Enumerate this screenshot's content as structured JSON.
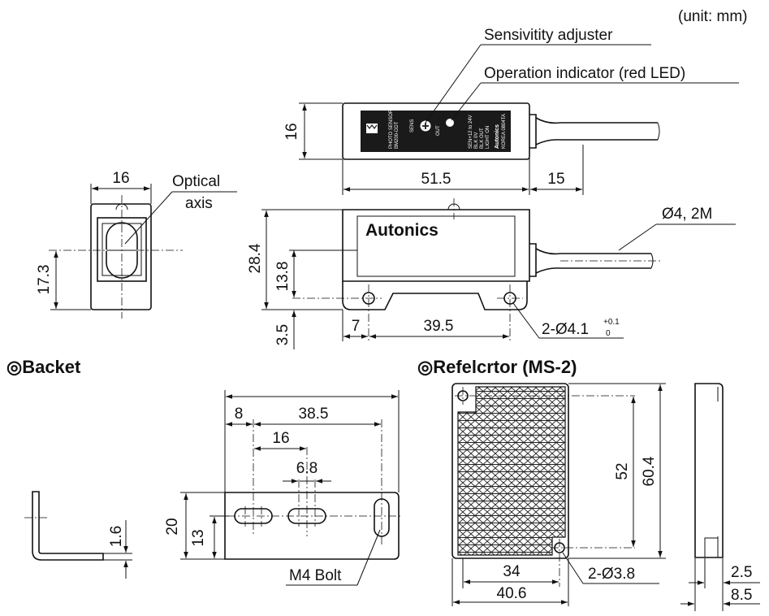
{
  "unit_note": "(unit: mm)",
  "callouts": {
    "sensitivity": "Sensivitity adjuster",
    "indicator": "Operation indicator (red LED)",
    "optical_axis": [
      "Optical",
      "axis"
    ],
    "cable": "Ø4, 2M",
    "mount_holes": "2-Ø4.1",
    "mount_holes_tol_upper": "+0.1",
    "mount_holes_tol_lower": "0",
    "m4_bolt": "M4 Bolt",
    "reflector_holes": "2-Ø3.8"
  },
  "dimensions": {
    "top_height": "16",
    "top_length": "51.5",
    "cable_len": "15",
    "side_width": "16",
    "side_axis": "17.3",
    "front_height": "28.4",
    "front_axis": "13.8",
    "front_foot": "3.5",
    "hole_offset": "7",
    "hole_pitch": "39.5",
    "bracket_total": "38.5",
    "bracket_first": "8",
    "bracket_slot_pitch": "16",
    "bracket_slot_len": "6.8",
    "bracket_height": "20",
    "bracket_hole_h": "13",
    "bracket_thickness": "1.6",
    "refl_inner_h": "52",
    "refl_outer_h": "60.4",
    "refl_inner_w": "34",
    "refl_outer_w": "40.6",
    "refl_side_t1": "2.5",
    "refl_side_t2": "8.5"
  },
  "sections": {
    "bracket": "◎Backet",
    "reflector": "◎Refelcrtor (MS-2)"
  },
  "product_label": {
    "brand": "Autonics",
    "model_line1": "PHOTO SENSOR",
    "model_line2": "BM200-DDT",
    "sens": "SENS",
    "out": "OUT",
    "spec1": "SEN+12 to 24V",
    "spec2": "BLK  0V",
    "spec3": "BLK  OUT",
    "spec4": "LIGHT ON",
    "small_brand": "Autonics",
    "made_in": "KOREA  0804TA"
  }
}
